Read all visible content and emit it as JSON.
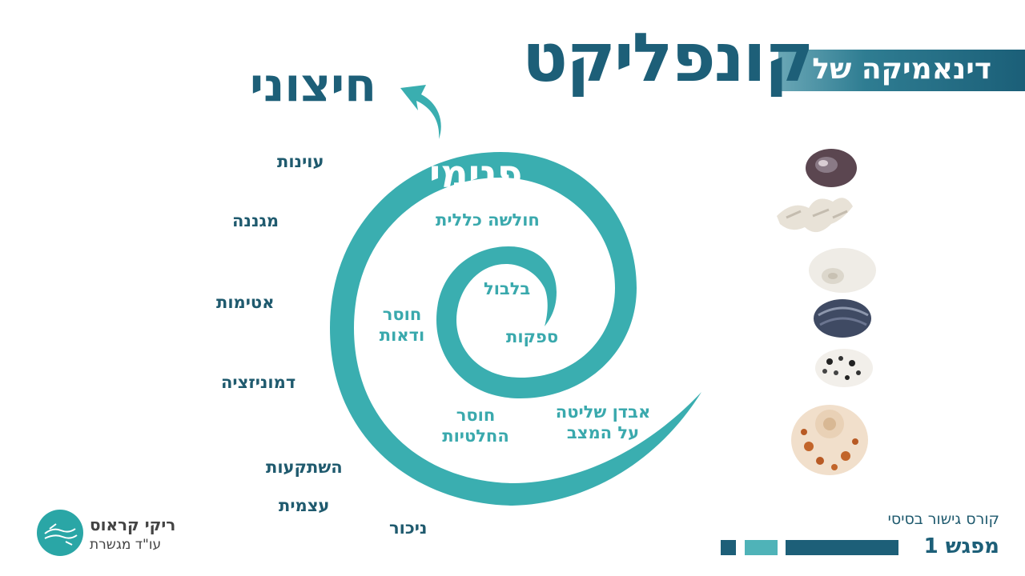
{
  "header": {
    "title_main": "קונפליקט",
    "title_band": "דינאמיקה של"
  },
  "external_label": "חיצוני",
  "inner_label": "פנימי",
  "outer_words": [
    "עוינות",
    "מגננה",
    "אטימות",
    "דמוניזציה",
    "השתקעות",
    "עצמית",
    "ניכור"
  ],
  "inner_words": {
    "general_weakness": "חולשה כללית",
    "confusion": "בלבול",
    "doubts": "ספקות",
    "uncertainty_1": "חוסר",
    "uncertainty_2": "ודאות",
    "indecision_1": "חוסר",
    "indecision_2": "החלטיות",
    "loss_control_1": "אבדן שליטה",
    "loss_control_2": "על המצב"
  },
  "footer": {
    "course": "קורס גישור בסיסי",
    "meeting": "מפגש 1",
    "author_name": "ריקי קראוס",
    "author_title": "עו\"ד מגשרת"
  },
  "colors": {
    "dark_teal": "#1d5f78",
    "teal": "#3aaeb0",
    "light_teal": "#4fb3b8"
  },
  "images": [
    "shell-icon",
    "coral-icon",
    "white-shell-icon",
    "dark-shell-icon",
    "spotted-shell-icon",
    "large-shell-icon"
  ]
}
